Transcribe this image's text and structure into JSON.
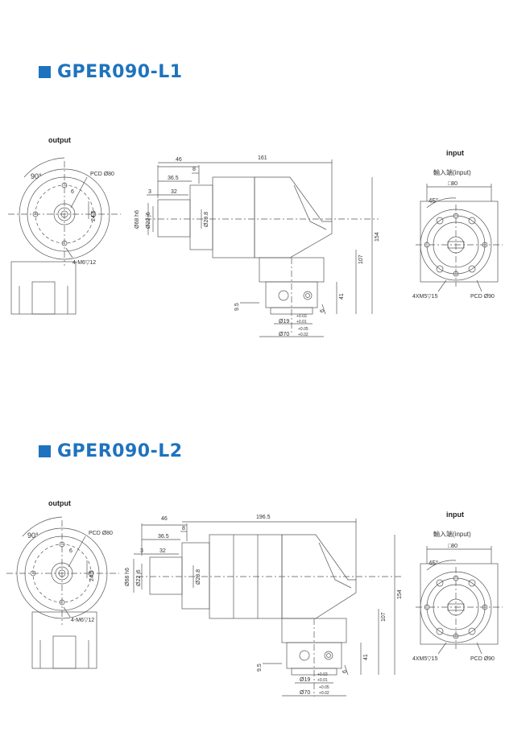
{
  "sections": [
    {
      "title": "GPER090-L1",
      "output_label": "output",
      "input_label": "input",
      "input_sub": "輸入端(input)",
      "dims": {
        "angle_90": "90°",
        "pcd80": "PCD Ø80",
        "d6": "6",
        "d24_5": "24.5",
        "tap_out": "4-M6▽12",
        "d46": "46",
        "d8": "8",
        "d36_5": "36.5",
        "d3": "3",
        "d32": "32",
        "shaft_len": "161",
        "od68": "Ø68 h6",
        "od22": "Ø22 j6",
        "od29_8": "Ø29.8",
        "h154": "154",
        "h107": "107",
        "h41": "41",
        "h6": "6",
        "d9_5": "9.5",
        "bore19": "Ø19",
        "bore19_tol_u": "+0.03",
        "bore19_tol_l": "+0.01",
        "bore70": "Ø70",
        "bore70_tol_u": "+0.05",
        "bore70_tol_l": "+0.02",
        "sq80": "□80",
        "angle_45": "45°",
        "tap_in": "4XM5▽15",
        "pcd90": "PCD Ø90"
      }
    },
    {
      "title": "GPER090-L2",
      "output_label": "output",
      "input_label": "input",
      "input_sub": "輸入端(input)",
      "dims": {
        "angle_90": "90°",
        "pcd80": "PCD Ø80",
        "d6": "6",
        "d24_5": "24.5",
        "tap_out": "4-M6▽12",
        "d46": "46",
        "d8": "8",
        "d36_5": "36.5",
        "d3": "3",
        "d32": "32",
        "shaft_len": "196.5",
        "od68": "Ø68 h6",
        "od22": "Ø22 j6",
        "od29_8": "Ø29.8",
        "h154": "154",
        "h107": "107",
        "h41": "41",
        "h6": "6",
        "d9_5": "9.5",
        "bore19": "Ø19",
        "bore19_tol_u": "+0.03",
        "bore19_tol_l": "+0.01",
        "bore70": "Ø70",
        "bore70_tol_u": "+0.05",
        "bore70_tol_l": "+0.02",
        "sq80": "□80",
        "angle_45": "45°",
        "tap_in": "4XM5▽15",
        "pcd90": "PCD Ø90"
      }
    }
  ],
  "colors": {
    "accent": "#1e73be",
    "line": "#555555"
  }
}
